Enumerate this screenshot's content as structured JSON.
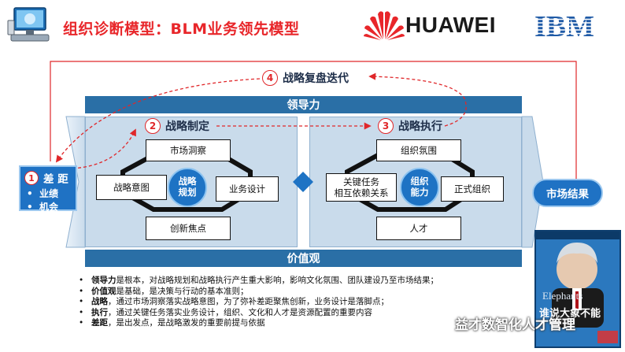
{
  "header": {
    "title": "组织诊断模型：BLM业务领先模型",
    "logo_huawei": "HUAWEI",
    "logo_ibm": "IBM"
  },
  "bands": {
    "leadership": "领导力",
    "values": "价值观"
  },
  "stages": {
    "review": {
      "num": "4",
      "label": "战略复盘迭代"
    },
    "formulation": {
      "num": "2",
      "label": "战略制定"
    },
    "execution": {
      "num": "3",
      "label": "战略执行"
    }
  },
  "gap": {
    "num": "1",
    "title": "差 距",
    "items": [
      "业绩",
      "机会"
    ]
  },
  "strategy": {
    "center": "战略\n规划",
    "top": "市场洞察",
    "left": "战略意图",
    "right": "业务设计",
    "bottom": "创新焦点"
  },
  "execution": {
    "center": "组织\n能力",
    "top": "组织氛围",
    "left": "关键任务\n相互依赖关系",
    "right": "正式组织",
    "bottom": "人才"
  },
  "result": "市场结果",
  "notes": [
    {
      "term": "领导力",
      "text": "是根本，对战略规划和战略执行产生重大影响，影响文化氛围、团队建设乃至市场结果；"
    },
    {
      "term": "价值观",
      "text": "是基础，是决策与行动的基本准则；"
    },
    {
      "term": "战略",
      "text": "，通过市场洞察落实战略意图，为了弥补差距聚焦创新，业务设计是落脚点；"
    },
    {
      "term": "执行",
      "text": "，通过关键任务落实业务设计，组织、文化和人才是资源配置的重要内容"
    },
    {
      "term": "差距",
      "text": "，是出发点，是战略激发的重要前提与依据"
    }
  ],
  "book": {
    "title_line": "谁说大象不能",
    "en_title": "Elephants"
  },
  "watermark": "益才数智化人才管理",
  "colors": {
    "title_red": "#e8262a",
    "band_blue": "#2a6fa6",
    "panel_blue": "#c9dbeb",
    "circle_blue": "#1e73c4",
    "dash_red": "#e0272a",
    "huawei_red": "#e8262a",
    "ibm_blue": "#1f5aa6"
  }
}
